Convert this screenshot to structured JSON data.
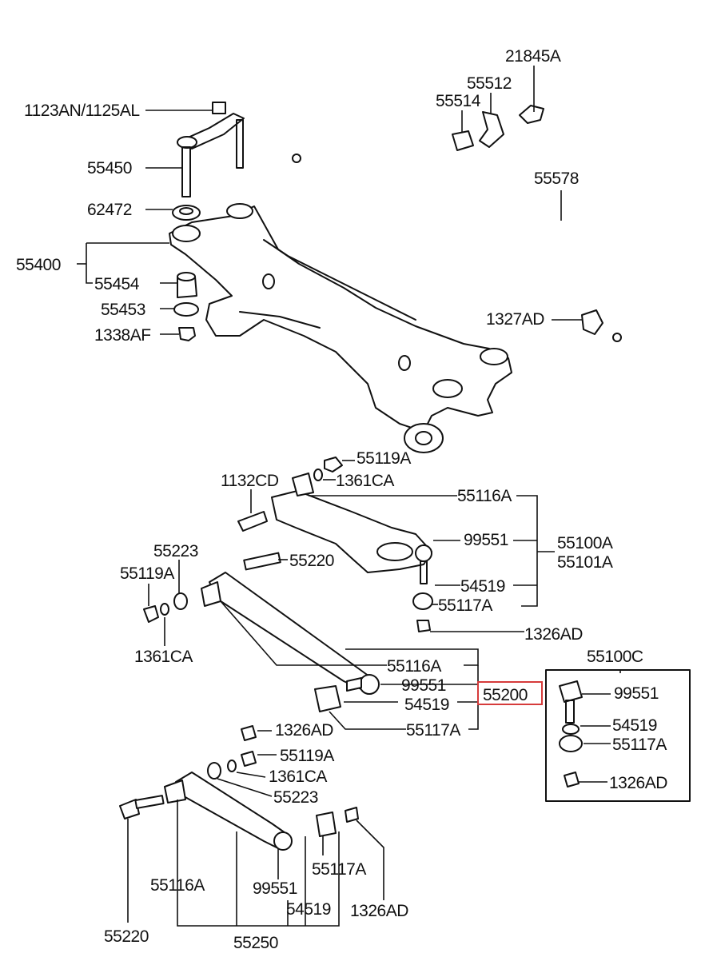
{
  "labels": {
    "p21845A": "21845A",
    "p55512": "55512",
    "p55514": "55514",
    "p1123": "1123AN/1125AL",
    "p55450": "55450",
    "p55578": "55578",
    "p62472": "62472",
    "p55400": "55400",
    "p55454": "55454",
    "p55453": "55453",
    "p1338AF": "1338AF",
    "p1327AD": "1327AD",
    "p55119A_a": "55119A",
    "p1361CA_a": "1361CA",
    "p1132CD": "1132CD",
    "p55116A_a": "55116A",
    "p99551_a": "99551",
    "p55100A": "55100A",
    "p55101A": "55101A",
    "p55223_a": "55223",
    "p55220_a": "55220",
    "p55119A_b": "55119A",
    "p54519_a": "54519",
    "p55117A_a": "55117A",
    "p1326AD_a": "1326AD",
    "p1361CA_b": "1361CA",
    "p55100C": "55100C",
    "p55116A_b": "55116A",
    "p99551_b": "99551",
    "p55200": "55200",
    "p54519_b": "54519",
    "p55117A_b": "55117A",
    "p1326AD_b": "1326AD",
    "p99551_c": "99551",
    "p54519_c": "54519",
    "p55117A_c": "55117A",
    "p1326AD_c": "1326AD",
    "p55119A_c": "55119A",
    "p1361CA_c": "1361CA",
    "p55223_b": "55223",
    "p55116A_c": "55116A",
    "p99551_d": "99551",
    "p55117A_d": "55117A",
    "p54519_d": "54519",
    "p1326AD_d": "1326AD",
    "p55220_b": "55220",
    "p55250": "55250"
  },
  "highlight_color": "#d63b3b"
}
